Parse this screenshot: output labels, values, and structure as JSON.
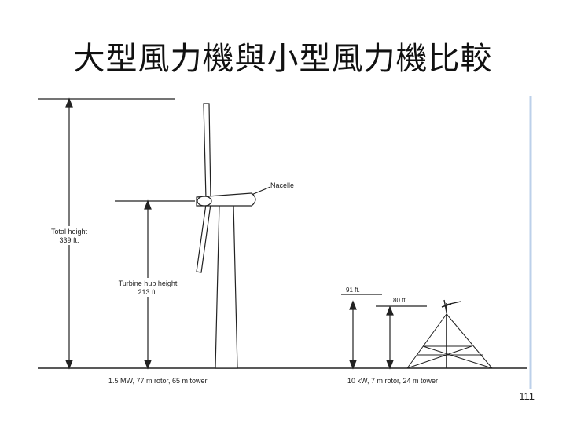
{
  "slide": {
    "title": "大型風力機與小型風力機比較",
    "page_number": "111"
  },
  "large_turbine": {
    "total_height_label": "Total height",
    "total_height_value": "339 ft.",
    "hub_height_label": "Turbine hub height",
    "hub_height_value": "213 ft.",
    "nacelle_label": "Nacelle",
    "caption": "1.5 MW, 77 m rotor, 65 m tower"
  },
  "small_turbine": {
    "height_a": "91 ft.",
    "height_b": "80 ft.",
    "caption": "10 kW, 7 m rotor, 24 m tower"
  },
  "colors": {
    "line": "#222222",
    "frame_edge": "#bcd0ea"
  }
}
